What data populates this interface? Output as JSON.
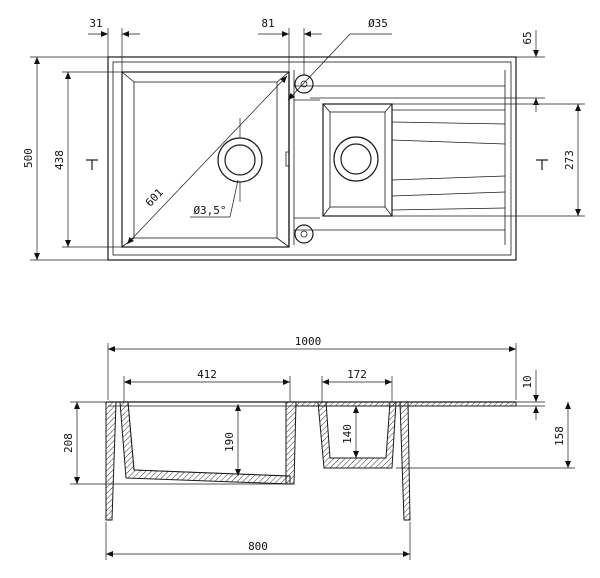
{
  "top_view": {
    "dims": {
      "d31": "31",
      "d81": "81",
      "d35": "Ø35",
      "d65": "65",
      "d500": "500",
      "d438": "438",
      "d273": "273",
      "d601": "601",
      "d35deg": "Ø3,5°"
    }
  },
  "side_view": {
    "dims": {
      "d1000": "1000",
      "d412": "412",
      "d172": "172",
      "d10": "10",
      "d208": "208",
      "d190": "190",
      "d140": "140",
      "d158": "158",
      "d800": "800"
    }
  }
}
